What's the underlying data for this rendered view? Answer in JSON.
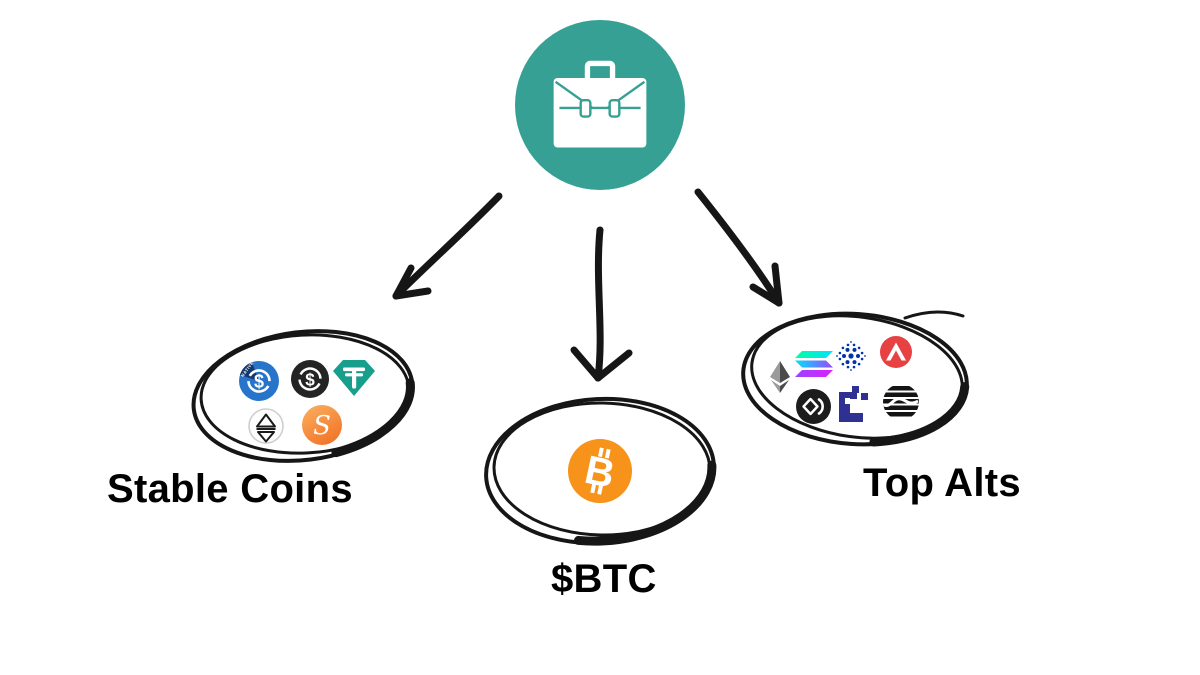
{
  "title": "Portfolio allocation diagram",
  "root_node": {
    "icon": "briefcase-icon",
    "circle_color": "#35A093",
    "icon_color": "#FFFFFF"
  },
  "arrows": [
    {
      "from": "portfolio",
      "to": "stable-coins"
    },
    {
      "from": "portfolio",
      "to": "btc"
    },
    {
      "from": "portfolio",
      "to": "top-alts"
    }
  ],
  "groups": [
    {
      "id": "stable-coins",
      "label": "Stable Coins",
      "coins": [
        {
          "name": "usd-coin-native",
          "color": "#2775CA",
          "badge": "NATIVE",
          "symbol": "$"
        },
        {
          "name": "usd-coin-dark",
          "color": "#242424",
          "symbol": "$"
        },
        {
          "name": "tether",
          "color": "#189E8C"
        },
        {
          "name": "triangle-stablecoin",
          "color": "#FFFFFF"
        },
        {
          "name": "s-stablecoin-orange",
          "color": "#F7941D",
          "symbol": "S"
        }
      ]
    },
    {
      "id": "btc",
      "label": "$BTC",
      "coins": [
        {
          "name": "bitcoin",
          "color": "#F7931A",
          "symbol": "B"
        }
      ]
    },
    {
      "id": "top-alts",
      "label": "Top Alts",
      "coins": [
        {
          "name": "ethereum",
          "color": "#6B6B6B"
        },
        {
          "name": "solana",
          "colors": [
            "#00FFA3",
            "#03E1FF",
            "#9945FF",
            "#DC1FFF"
          ]
        },
        {
          "name": "cardano",
          "color": "#0033AD"
        },
        {
          "name": "avalanche",
          "color": "#E84142"
        },
        {
          "name": "black-diamond-coin",
          "color": "#1C1C1C"
        },
        {
          "name": "pixel-l-coin",
          "color": "#2E3192"
        },
        {
          "name": "striped-sphere-coin",
          "color": "#141414"
        }
      ]
    }
  ],
  "palette": {
    "ink": "#161616",
    "teal": "#35A093",
    "bitcoin_orange": "#F7931A",
    "usdc_blue": "#2775CA",
    "tether_teal": "#189E8C",
    "cardano_blue": "#0033AD",
    "avalanche_red": "#E84142"
  }
}
